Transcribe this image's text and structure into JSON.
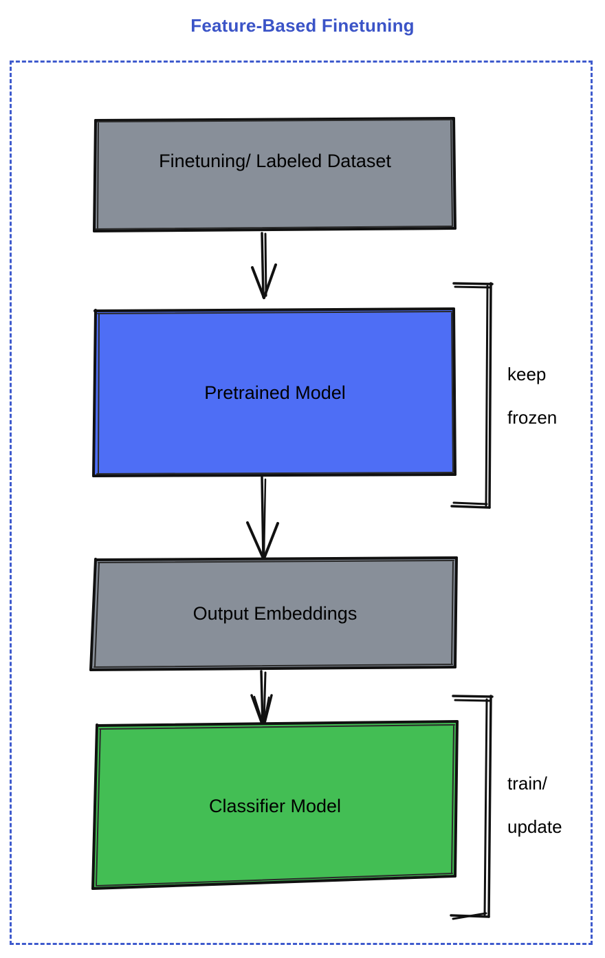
{
  "title": "Feature-Based Finetuning",
  "colors": {
    "title": "#3b54c7",
    "frame_border": "#3f5bcd",
    "dataset_box": "#888f99",
    "pretrained_box": "#4e6ef5",
    "embeddings_box": "#888f99",
    "classifier_box": "#43be54",
    "stroke": "#111111",
    "label_text": "#000000"
  },
  "nodes": [
    {
      "id": "dataset",
      "label": "Finetuning/ Labeled Dataset",
      "fill": "#888f99"
    },
    {
      "id": "pretrained",
      "label": "Pretrained Model",
      "fill": "#4e6ef5"
    },
    {
      "id": "embeddings",
      "label": "Output Embeddings",
      "fill": "#888f99"
    },
    {
      "id": "classifier",
      "label": "Classifier Model",
      "fill": "#43be54"
    }
  ],
  "annotations": [
    {
      "id": "keep-frozen",
      "line1": "keep",
      "line2": "frozen",
      "target": "pretrained"
    },
    {
      "id": "train-update",
      "line1": "train/",
      "line2": "update",
      "target": "classifier"
    }
  ],
  "edges": [
    {
      "from": "dataset",
      "to": "pretrained",
      "style": "arrow"
    },
    {
      "from": "pretrained",
      "to": "embeddings",
      "style": "arrow"
    },
    {
      "from": "embeddings",
      "to": "classifier",
      "style": "arrow"
    }
  ],
  "icons": {
    "arrow_down": "arrow-down-icon",
    "bracket_right": "bracket-right-icon"
  }
}
